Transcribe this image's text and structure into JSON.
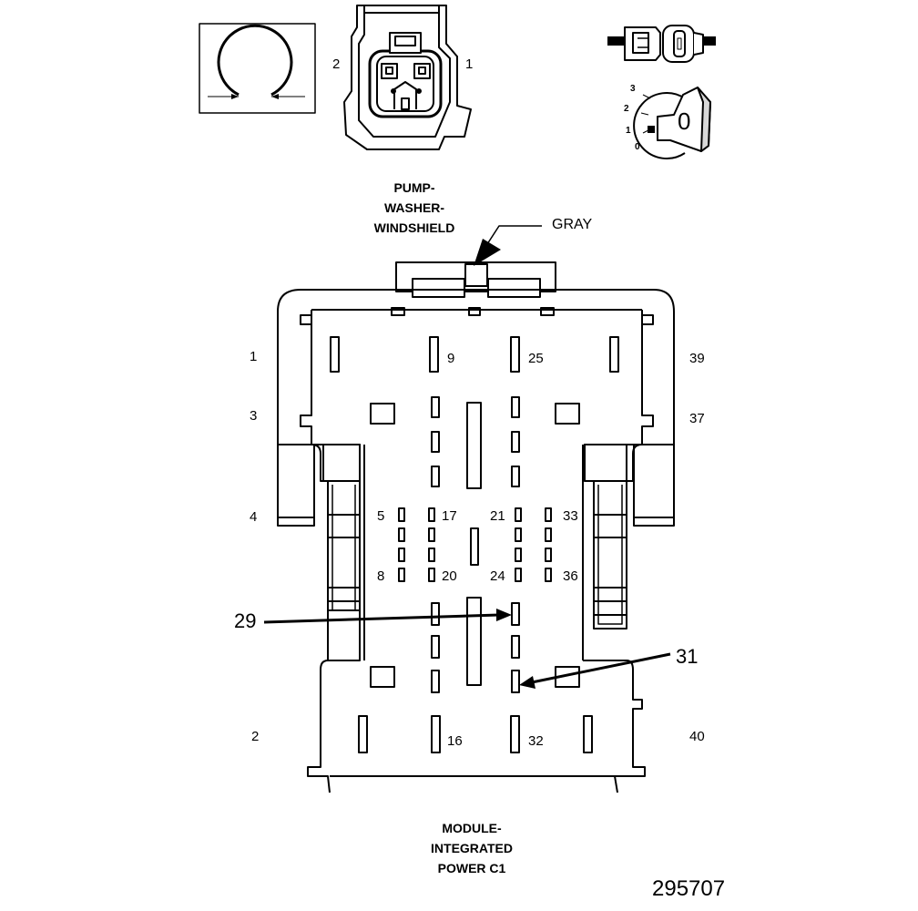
{
  "colors": {
    "ink": "#000000",
    "paper": "#ffffff",
    "shade": "#d8d8d8"
  },
  "pump_connector": {
    "title_lines": [
      "PUMP-",
      "WASHER-",
      "WINDSHIELD"
    ],
    "pin_labels": [
      "2",
      "1"
    ]
  },
  "switch_icon": {
    "digit": "0",
    "positions": [
      "3",
      "2",
      "1",
      "0"
    ]
  },
  "main_connector": {
    "color_label": "GRAY",
    "title_lines": [
      "MODULE-",
      "INTEGRATED",
      "POWER C1"
    ],
    "pins": {
      "p1": "1",
      "p3": "3",
      "p4": "4",
      "p2": "2",
      "p39": "39",
      "p37": "37",
      "p40": "40",
      "p9": "9",
      "p25": "25",
      "p5": "5",
      "p17": "17",
      "p21": "21",
      "p33": "33",
      "p8": "8",
      "p20": "20",
      "p24": "24",
      "p36": "36",
      "p16": "16",
      "p32": "32"
    },
    "callouts": {
      "c29": "29",
      "c31": "31"
    }
  },
  "figure_number": "295707"
}
